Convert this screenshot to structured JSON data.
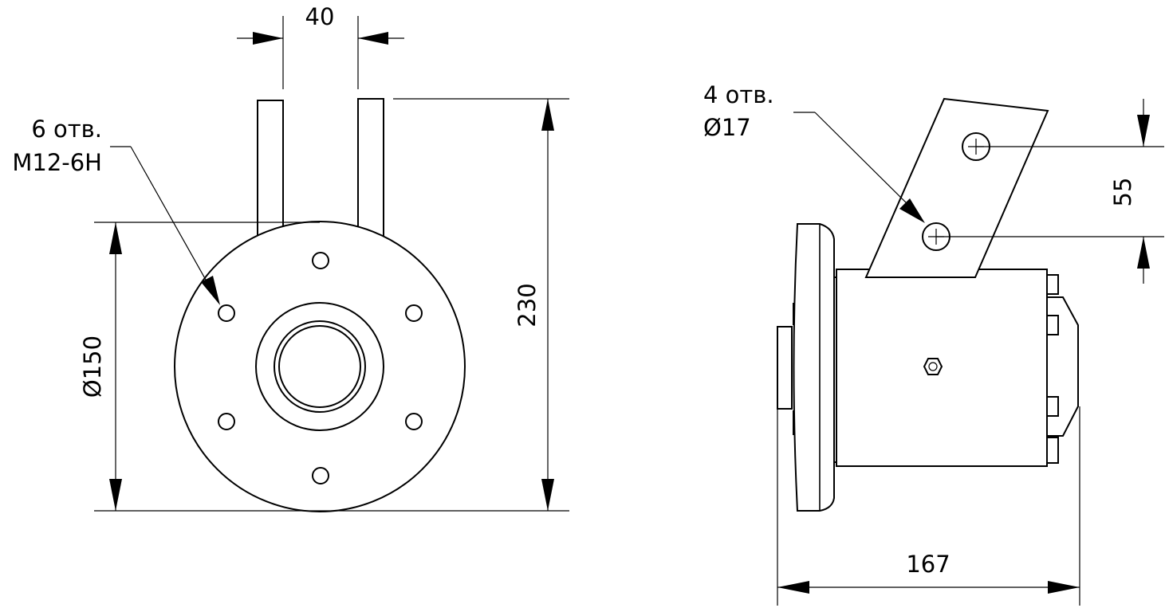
{
  "front_view": {
    "dim_tube_spacing": "40",
    "dim_total_height": "230",
    "dim_flange_diameter": "Ø150",
    "hole_callout_line1": "6 отв.",
    "hole_callout_line2": "M12-6H"
  },
  "side_view": {
    "hole_callout_line1": "4 отв.",
    "hole_callout_line2": "Ø17",
    "dim_hole_spacing": "55",
    "dim_total_length": "167"
  },
  "colors": {
    "line": "#000000",
    "background": "#ffffff"
  }
}
